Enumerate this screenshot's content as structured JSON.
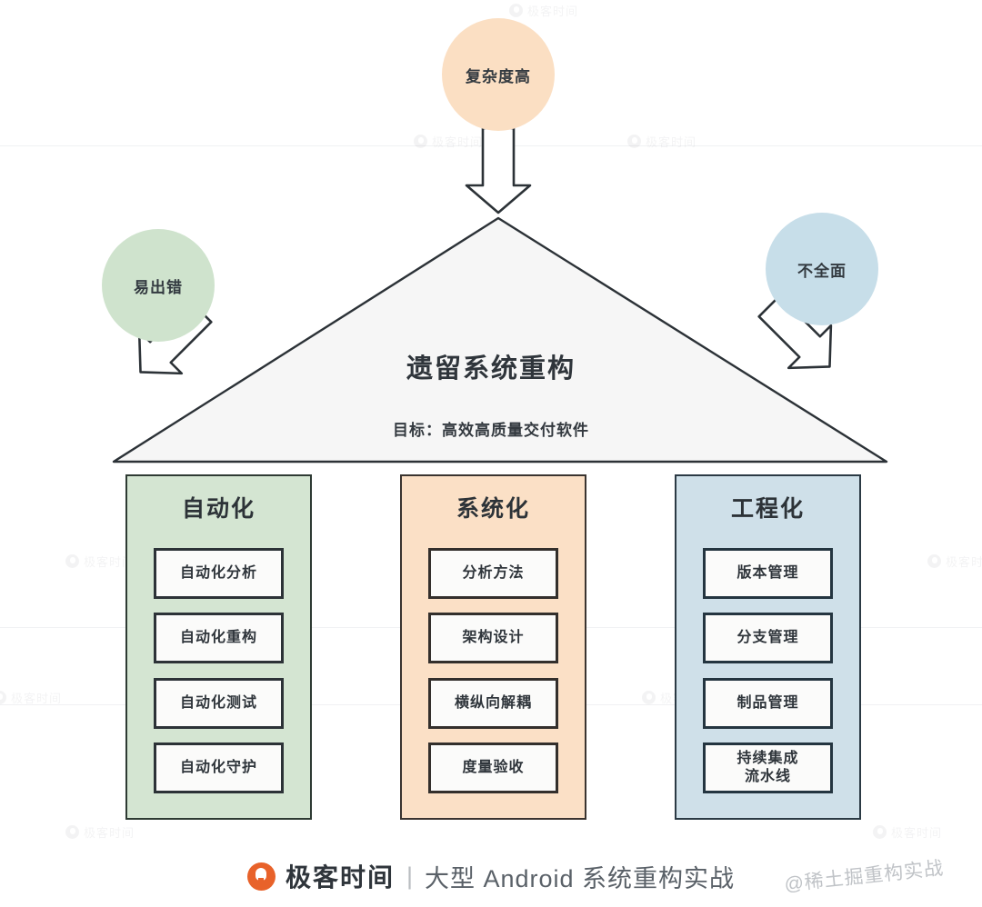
{
  "diagram": {
    "title": "遗留系统重构",
    "subtitle": "目标：高效高质量交付软件",
    "problems": [
      {
        "id": "complexity",
        "label": "复杂度高",
        "color": "#fbdfc3",
        "position": "top"
      },
      {
        "id": "error-prone",
        "label": "易出错",
        "color": "#cfe3cd",
        "position": "left"
      },
      {
        "id": "incomplete",
        "label": "不全面",
        "color": "#c7dee9",
        "position": "right"
      }
    ],
    "pillars": [
      {
        "id": "automation",
        "title": "自动化",
        "color": "#d4e5d2",
        "items": [
          "自动化分析",
          "自动化重构",
          "自动化测试",
          "自动化守护"
        ]
      },
      {
        "id": "systematization",
        "title": "系统化",
        "color": "#fbe0c6",
        "items": [
          "分析方法",
          "架构设计",
          "横纵向解耦",
          "度量验收"
        ]
      },
      {
        "id": "engineering",
        "title": "工程化",
        "color": "#cfe0e9",
        "items": [
          "版本管理",
          "分支管理",
          "制品管理",
          "持续集成\n流水线"
        ]
      }
    ]
  },
  "footer": {
    "brand": "极客时间",
    "divider": "|",
    "course": "大型 Android 系统重构实战",
    "watermark": "@稀土掘重构实战"
  },
  "watermark": {
    "text": "极客时间"
  }
}
